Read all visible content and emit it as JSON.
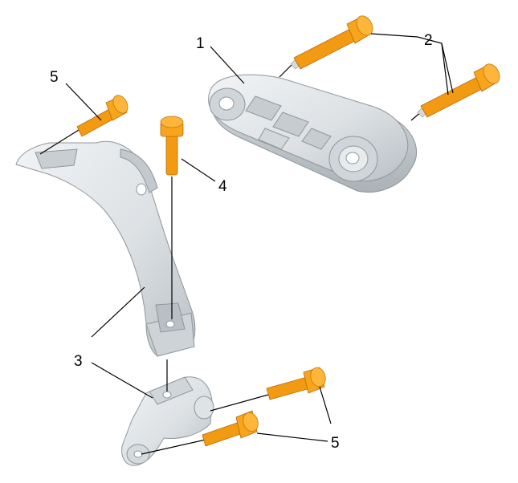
{
  "callouts": {
    "c1": "1",
    "c2": "2",
    "c3": "3",
    "c4": "4",
    "c5a": "5",
    "c5b": "5"
  },
  "colors": {
    "bolt": "#f29a12",
    "part": "#dfe3e6",
    "part_shadow": "#bfc5c9",
    "line": "#000000"
  }
}
